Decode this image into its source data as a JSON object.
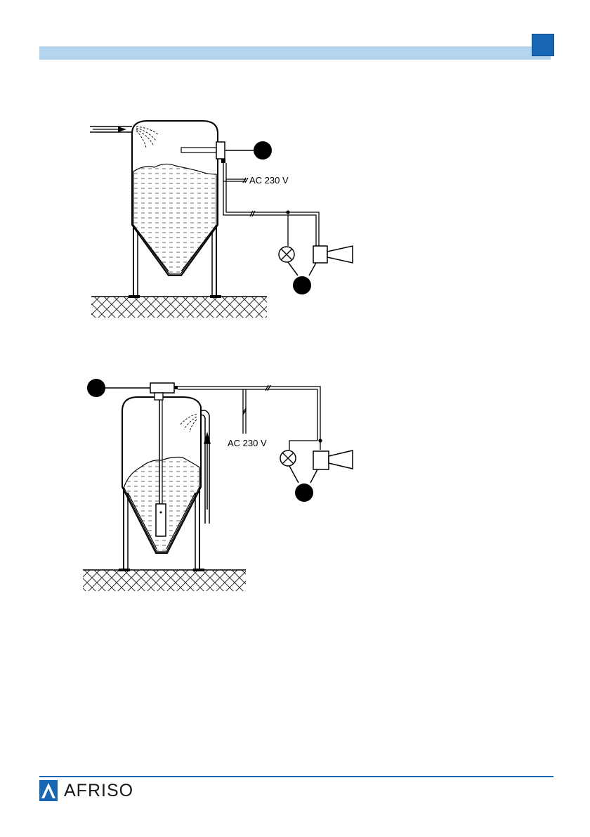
{
  "header": {
    "band_color": "#b3d5f0",
    "marker_color": "#1767b5"
  },
  "figure_top": {
    "supply_label": "AC 230 V",
    "callouts": [
      "",
      ""
    ]
  },
  "figure_bottom": {
    "supply_label": "AC 230 V",
    "callouts": [
      "",
      ""
    ]
  },
  "footer": {
    "brand": "AFRISO",
    "brand_color": "#1767b5"
  }
}
